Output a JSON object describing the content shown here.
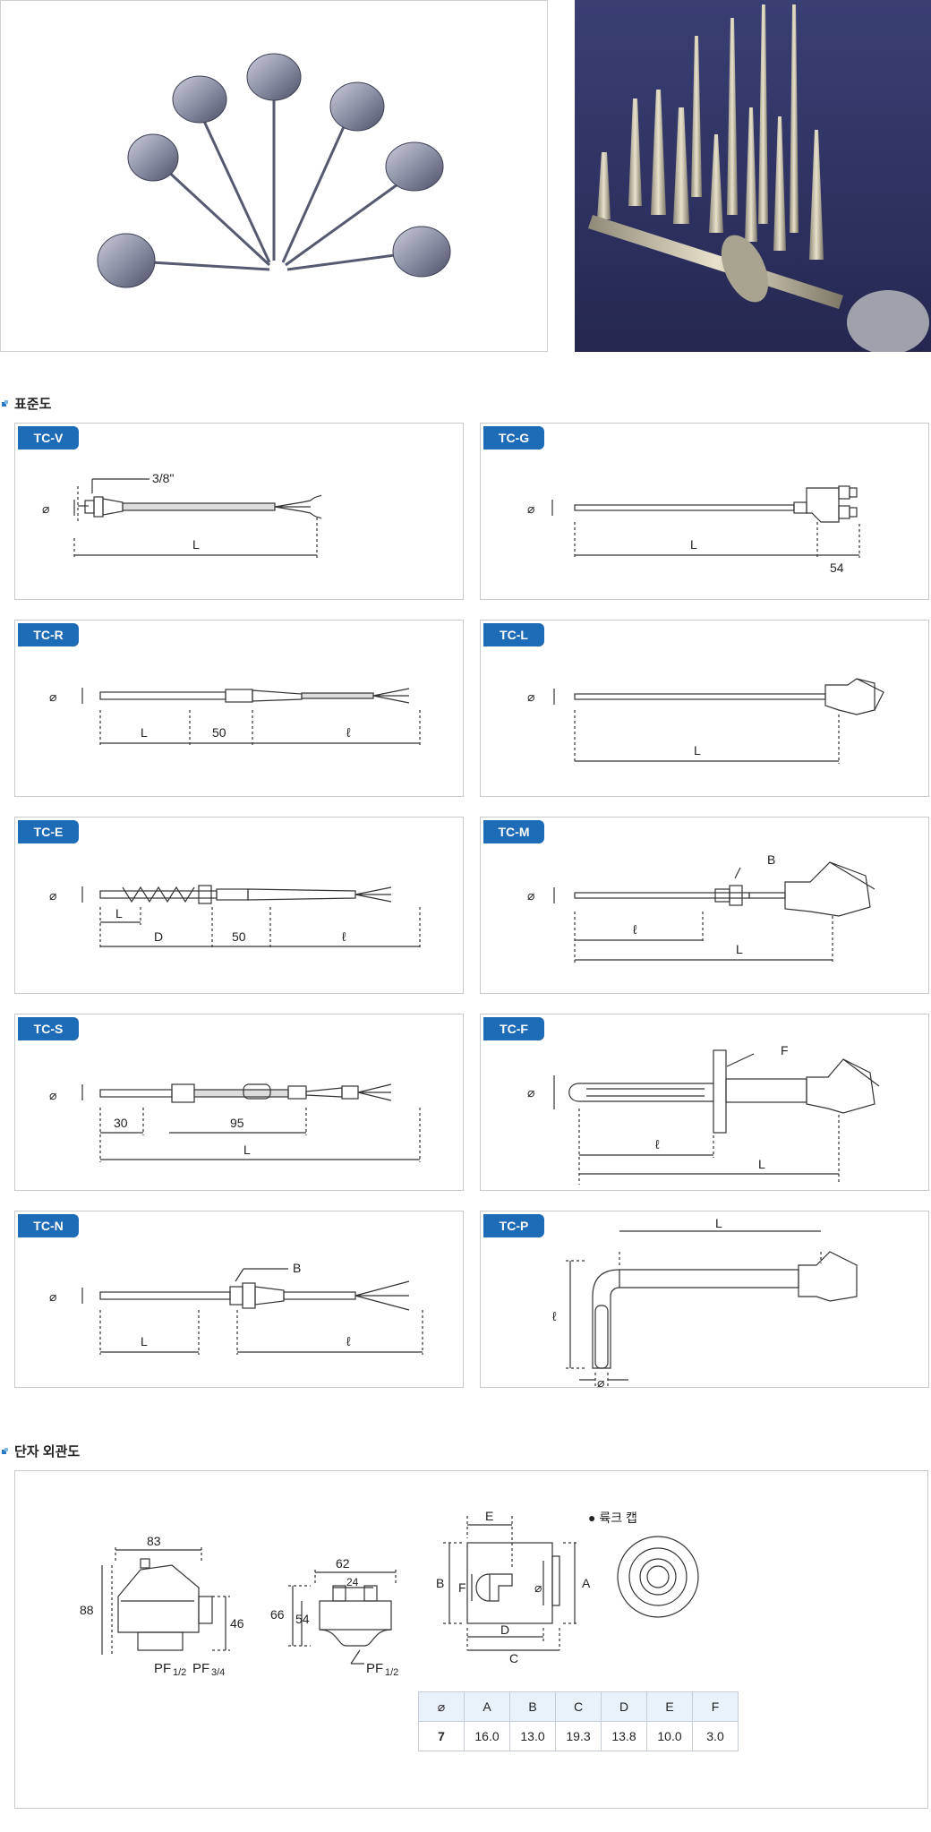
{
  "sections": {
    "standard_title": "표준도",
    "terminal_title": "단자 외관도"
  },
  "diagrams": {
    "tc_v": {
      "label": "TC-V",
      "dia": "⌀",
      "thread": "3/8\"",
      "l": "L"
    },
    "tc_g": {
      "label": "TC-G",
      "dia": "⌀",
      "l": "L",
      "head": "54"
    },
    "tc_r": {
      "label": "TC-R",
      "dia": "⌀",
      "l": "L",
      "mid": "50",
      "lead": "ℓ"
    },
    "tc_l": {
      "label": "TC-L",
      "dia": "⌀",
      "l": "L"
    },
    "tc_e": {
      "label": "TC-E",
      "dia": "⌀",
      "l": "L",
      "d": "D",
      "mid": "50",
      "lead": "ℓ"
    },
    "tc_m": {
      "label": "TC-M",
      "dia": "⌀",
      "b": "B",
      "lead": "ℓ",
      "l": "L"
    },
    "tc_s": {
      "label": "TC-S",
      "dia": "⌀",
      "a": "30",
      "b": "95",
      "l": "L"
    },
    "tc_f": {
      "label": "TC-F",
      "dia": "⌀",
      "f": "F",
      "lead": "ℓ",
      "l": "L"
    },
    "tc_n": {
      "label": "TC-N",
      "dia": "⌀",
      "b": "B",
      "l": "L",
      "lead": "ℓ"
    },
    "tc_p": {
      "label": "TC-P",
      "l": "L",
      "lead": "ℓ",
      "dia": "⌀"
    }
  },
  "terminal": {
    "head1": {
      "w": "83",
      "h": "88",
      "h2": "46",
      "pf_label": "PF",
      "pf_a": "1/2",
      "pf_b": "PF",
      "pf_c": "3/4"
    },
    "head2": {
      "w": "62",
      "w2": "24",
      "h": "66",
      "h2": "54",
      "pf_label": "PF",
      "pf_a": "1/2"
    },
    "cap_label": "● 륙크 캡",
    "cap_dims": {
      "e": "E",
      "b": "B",
      "f": "F",
      "a": "A",
      "d": "D",
      "c": "C",
      "dia": "⌀"
    },
    "table": {
      "headers": [
        "⌀",
        "A",
        "B",
        "C",
        "D",
        "E",
        "F"
      ],
      "row": [
        "7",
        "16.0",
        "13.0",
        "19.3",
        "13.8",
        "10.0",
        "3.0"
      ]
    }
  }
}
